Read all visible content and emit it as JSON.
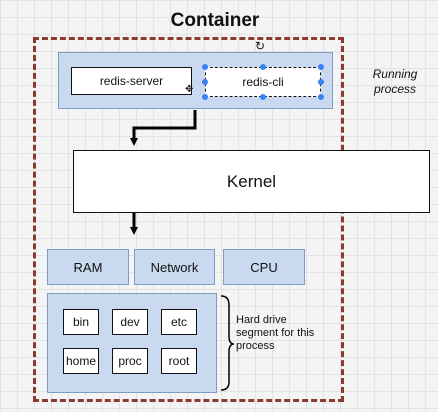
{
  "title": "Container",
  "running_process_label": "Running process",
  "processes": {
    "server": "redis-server",
    "cli": "redis-cli"
  },
  "kernel": "Kernel",
  "resources": [
    "RAM",
    "Network",
    "CPU"
  ],
  "directories": [
    "bin",
    "dev",
    "etc",
    "home",
    "proc",
    "root"
  ],
  "hard_drive_label": "Hard drive segment for this process",
  "colors": {
    "container_border": "#8b3a2f",
    "box_fill": "#c9daf0",
    "box_border": "#7f9cc2",
    "selection": "#3b82f6"
  }
}
